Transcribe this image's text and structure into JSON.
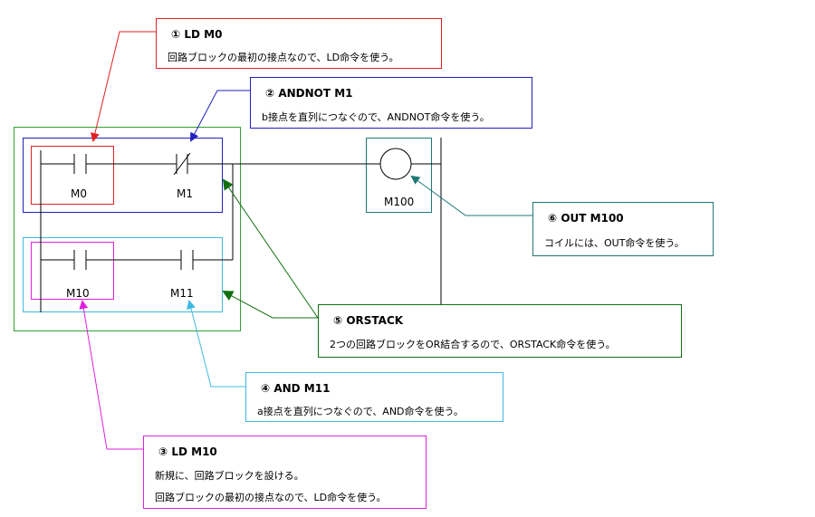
{
  "contacts": {
    "m0": "M0",
    "m1": "M1",
    "m10": "M10",
    "m11": "M11",
    "m100": "M100"
  },
  "callouts": {
    "c1": {
      "title": "① LD M0",
      "lines": [
        "回路ブロックの最初の接点なので、LD命令を使う。"
      ]
    },
    "c2": {
      "title": "② ANDNOT M1",
      "lines": [
        "b接点を直列につなぐので、ANDNOT命令を使う。"
      ]
    },
    "c3": {
      "title": "③ LD M10",
      "lines": [
        "新規に、回路ブロックを設ける。",
        "回路ブロックの最初の接点なので、LD命令を使う。"
      ]
    },
    "c4": {
      "title": "④ AND M11",
      "lines": [
        "a接点を直列につなぐので、AND命令を使う。"
      ]
    },
    "c5": {
      "title": "⑤ ORSTACK",
      "lines": [
        "2つの回路ブロックをOR結合するので、ORSTACK命令を使う。"
      ]
    },
    "c6": {
      "title": "⑥ OUT M100",
      "lines": [
        "コイルには、OUT命令を使う。"
      ]
    }
  },
  "colors": {
    "c1": "#e02020",
    "c2": "#2020c0",
    "c3": "#e020e0",
    "c4": "#40b8e0",
    "c5": "#107010",
    "c6": "#207878",
    "outer": "#30a030"
  }
}
